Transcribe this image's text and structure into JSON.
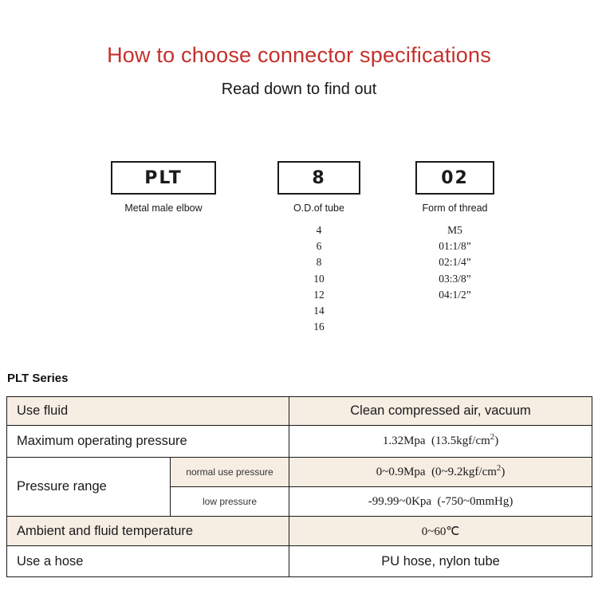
{
  "header": {
    "title": "How to choose connector specifications",
    "subtitle": "Read down to find out"
  },
  "colors": {
    "title_red": "#c4302b",
    "row_beige": "#f6ede3",
    "border": "#1a1a1a",
    "text": "#1a1a1a"
  },
  "code_breakdown": [
    {
      "code": "PLT",
      "caption": "Metal male elbow",
      "options": []
    },
    {
      "code": "8",
      "caption": "O.D.of tube",
      "options": [
        "4",
        "6",
        "8",
        "10",
        "12",
        "14",
        "16"
      ]
    },
    {
      "code": "02",
      "caption": "Form of thread",
      "options": [
        "M5",
        "01:1/8”",
        "02:1/4”",
        "03:3/8”",
        "04:1/2”"
      ]
    }
  ],
  "spec": {
    "heading": "PLT Series",
    "rows": [
      {
        "label": "Use fluid",
        "value": "Clean compressed air, vacuum"
      },
      {
        "label": "Maximum operating pressure",
        "value_main": "1.32Mpa (13.5kgf/cm",
        "value_sup": "2",
        "value_tail": ")"
      },
      {
        "label": "Pressure range",
        "sub": [
          {
            "sublabel": "normal use pressure",
            "value_main": "0~0.9Mpa (0~9.2kgf/cm",
            "value_sup": "2",
            "value_tail": ")"
          },
          {
            "sublabel": "low pressure",
            "value": "-99.99~0Kpa (-750~0mmHg)"
          }
        ]
      },
      {
        "label": "Ambient and fluid temperature",
        "value": "0~60℃"
      },
      {
        "label": "Use a hose",
        "value": "PU hose, nylon tube"
      }
    ]
  }
}
